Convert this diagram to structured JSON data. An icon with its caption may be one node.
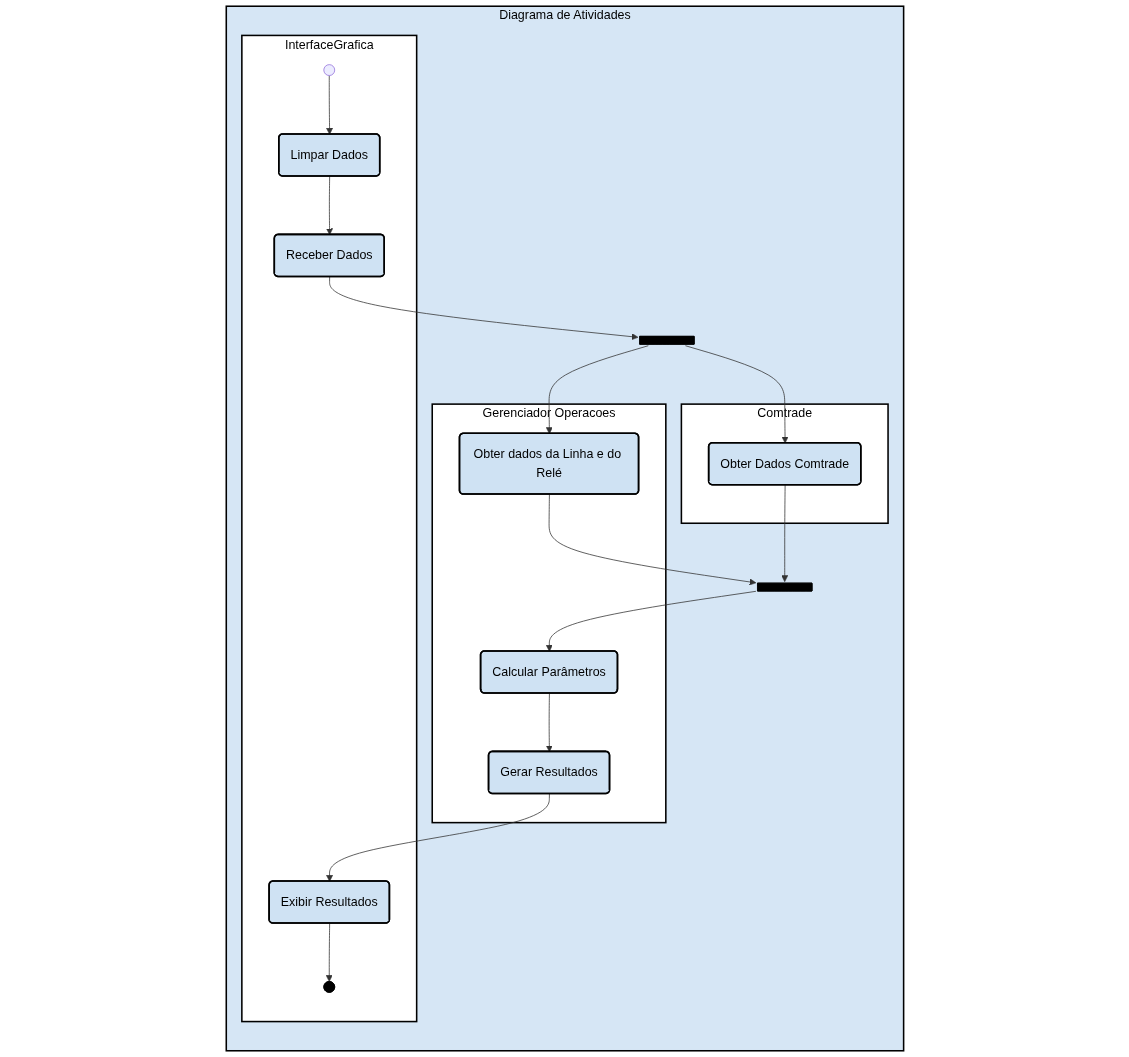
{
  "diagram": {
    "nodes": [
      {
        "text": [
          "Diagrama de Atividades"
        ]
      },
      {
        "text": [
          "InterfaceGrafica"
        ],
        "in": 0
      },
      {
        "text": [
          "Gerenciador Operacoes"
        ],
        "in": 0
      },
      {
        "text": [
          "Comtrade"
        ],
        "in": 0
      },
      {
        "text": [],
        "shape": "circle",
        "in": 1
      },
      {
        "text": [
          "Limpar Dados"
        ],
        "in": 1
      },
      {
        "text": [
          "Receber Dados"
        ],
        "in": 1
      },
      {
        "text": [],
        "shape": "bar",
        "in": 0
      },
      {
        "text": [
          "Obter dados da Linha e do Relé"
        ],
        "in": 2
      },
      {
        "text": [
          "Obter Dados Comtrade"
        ],
        "in": 3
      },
      {
        "text": [],
        "shape": "bar",
        "in": 0
      },
      {
        "text": [
          "Calcular Parâmetros"
        ],
        "in": 2
      },
      {
        "text": [
          "Gerar Resultados"
        ],
        "in": 2
      },
      {
        "text": [
          "Exibir Resultados"
        ],
        "in": 1
      },
      {
        "text": [],
        "shape": "circle",
        "in": 1
      }
    ],
    "edges": [
      {
        "from": 4,
        "to": 5,
        "arrow": "to"
      },
      {
        "from": 5,
        "to": 6,
        "arrow": "to"
      },
      {
        "from": 6,
        "to": 7,
        "arrow": "to"
      },
      {
        "from": 7,
        "to": 8,
        "arrow": "to"
      },
      {
        "from": 7,
        "to": 9,
        "arrow": "to"
      },
      {
        "from": 8,
        "to": 10,
        "arrow": "to"
      },
      {
        "from": 9,
        "to": 10,
        "arrow": "to"
      },
      {
        "from": 10,
        "to": 11,
        "arrow": "to"
      },
      {
        "from": 11,
        "to": 12,
        "arrow": "to"
      },
      {
        "from": 12,
        "to": 13,
        "arrow": "to"
      },
      {
        "from": 13,
        "to": 14,
        "arrow": "to"
      }
    ]
  }
}
